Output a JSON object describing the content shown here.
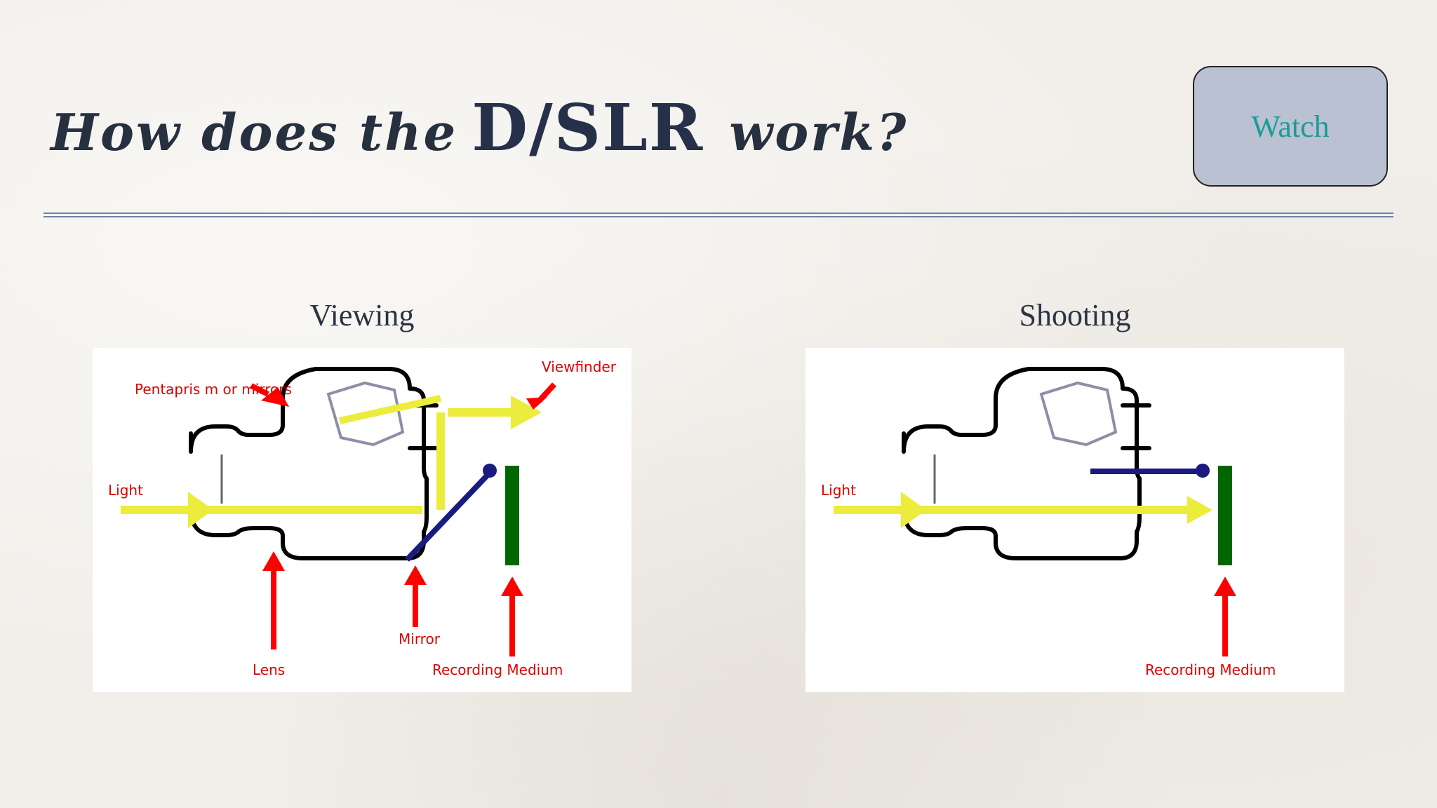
{
  "slide": {
    "title": {
      "part1": "How does the",
      "part2": "D/SLR",
      "part3": "work?"
    },
    "watch_button": {
      "label": "Watch"
    }
  },
  "diagrams": {
    "viewing": {
      "caption": "Viewing",
      "labels": {
        "pentaprism": "Pentapris m or mirrors",
        "viewfinder": "Viewfinder",
        "light": "Light",
        "lens": "Lens",
        "mirror": "Mirror",
        "recording_medium": "Recording Medium"
      }
    },
    "shooting": {
      "caption": "Shooting",
      "labels": {
        "light": "Light",
        "recording_medium": "Recording Medium"
      }
    }
  },
  "colors": {
    "light_ray": "#ecec3c",
    "arrow": "#ff0000",
    "mirror": "#1a1a80",
    "sensor": "#006600",
    "prism": "#8e8eaa",
    "body": "#000000",
    "label_text": "#e00000",
    "button_bg": "#b9c1d3",
    "button_text": "#1c9c95"
  }
}
